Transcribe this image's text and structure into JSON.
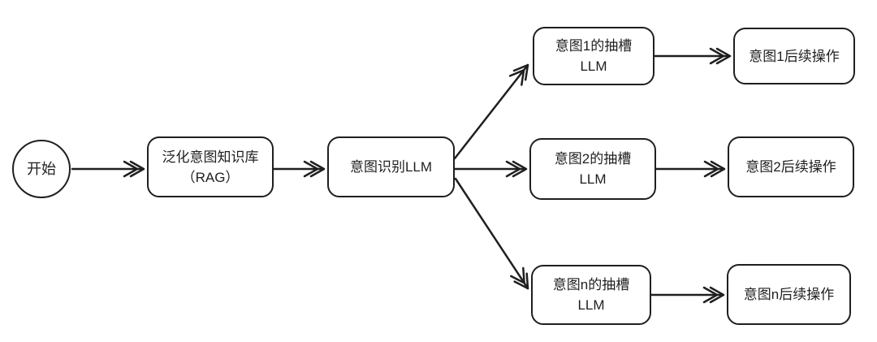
{
  "diagram": {
    "background_color": "#ffffff",
    "stroke_color": "#1f1f1f",
    "node_fill_color": "#ffffff",
    "nodes": {
      "start": {
        "shape": "circle",
        "label": "开始"
      },
      "rag": {
        "shape": "rounded-rect",
        "line1": "泛化意图知识库",
        "line2": "（RAG）"
      },
      "intent_llm": {
        "shape": "rounded-rect",
        "label": "意图识别LLM"
      },
      "slot1": {
        "shape": "rounded-rect",
        "line1": "意图1的抽槽",
        "line2": "LLM"
      },
      "follow1": {
        "shape": "rounded-rect",
        "label": "意图1后续操作"
      },
      "slot2": {
        "shape": "rounded-rect",
        "line1": "意图2的抽槽",
        "line2": "LLM"
      },
      "follow2": {
        "shape": "rounded-rect",
        "label": "意图2后续操作"
      },
      "slot_n": {
        "shape": "rounded-rect",
        "line1": "意图n的抽槽",
        "line2": "LLM"
      },
      "follow_n": {
        "shape": "rounded-rect",
        "label": "意图n后续操作"
      }
    },
    "edges": [
      {
        "from": "start",
        "to": "rag"
      },
      {
        "from": "rag",
        "to": "intent_llm"
      },
      {
        "from": "intent_llm",
        "to": "slot1"
      },
      {
        "from": "intent_llm",
        "to": "slot2"
      },
      {
        "from": "intent_llm",
        "to": "slot_n"
      },
      {
        "from": "slot1",
        "to": "follow1"
      },
      {
        "from": "slot2",
        "to": "follow2"
      },
      {
        "from": "slot_n",
        "to": "follow_n"
      }
    ]
  }
}
